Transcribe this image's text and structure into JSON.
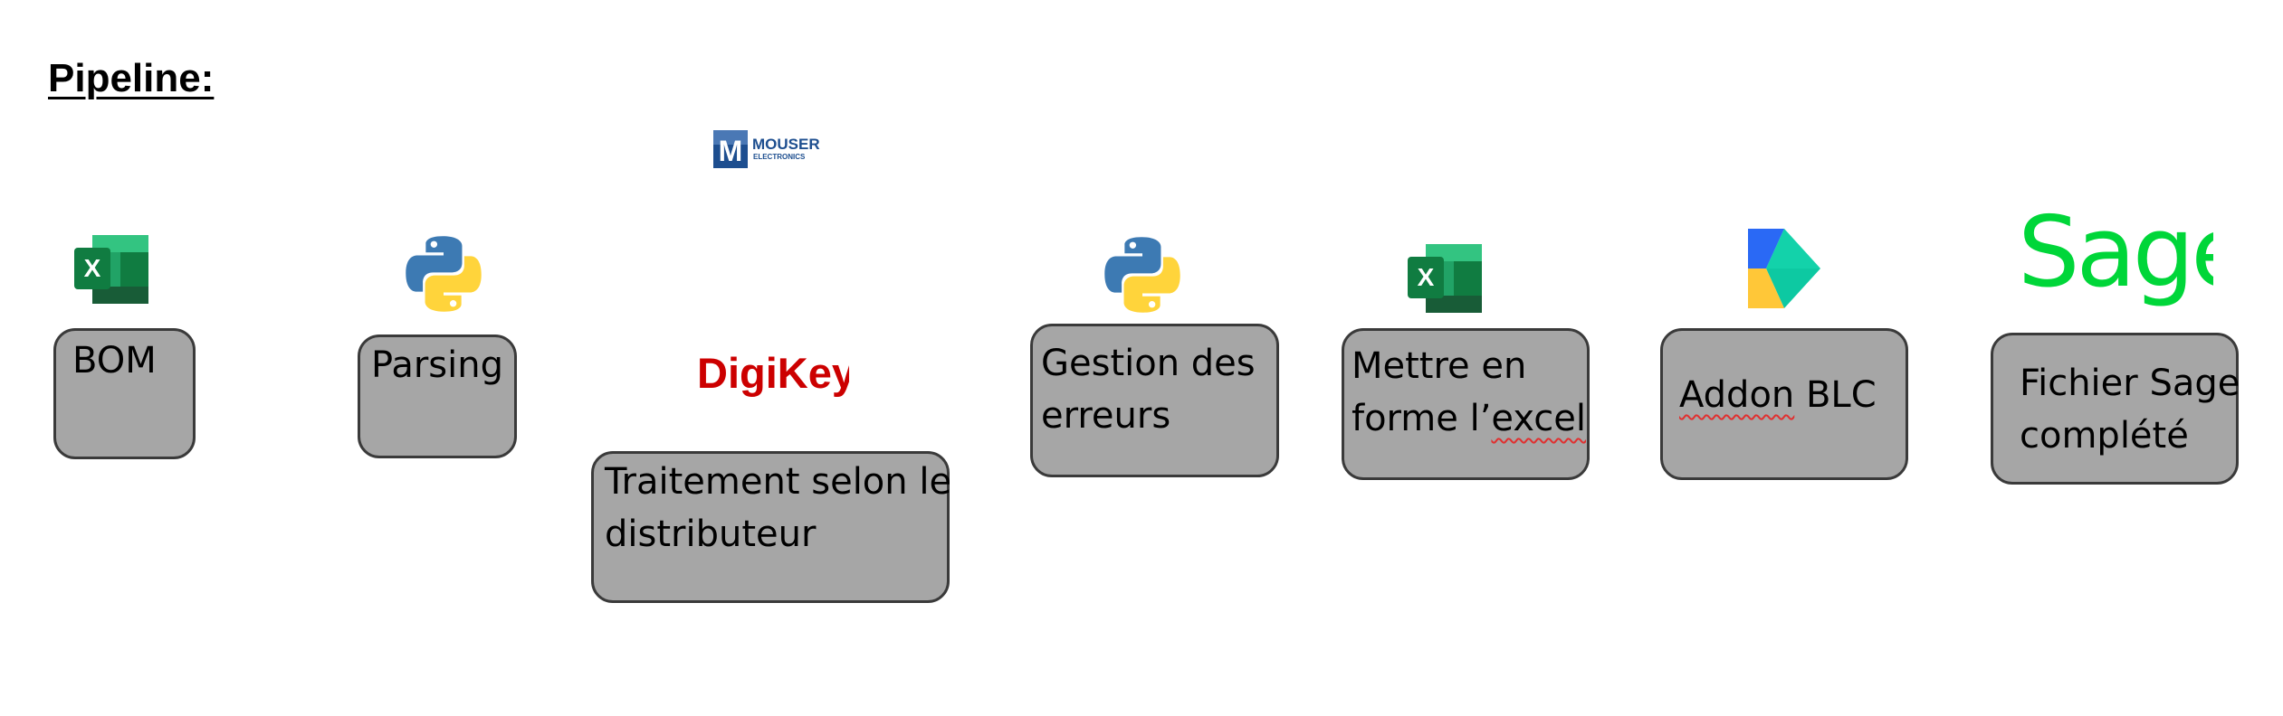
{
  "title": "Pipeline:",
  "steps": [
    {
      "id": "bom",
      "label": "BOM",
      "icon": "excel-icon"
    },
    {
      "id": "parsing",
      "label": "Parsing",
      "icon": "python-icon"
    },
    {
      "id": "distributor",
      "label_lines": [
        "Traitement selon le",
        "distributeur"
      ],
      "icons": [
        "mouser-electronics-logo",
        "digikey-logo"
      ]
    },
    {
      "id": "errors",
      "label_lines": [
        "Gestion des",
        "erreurs"
      ],
      "icon": "python-icon"
    },
    {
      "id": "format",
      "label_lines": [
        "Mettre en",
        "forme l’",
        "excel"
      ],
      "icon": "excel-icon"
    },
    {
      "id": "addon",
      "label_parts": [
        "Addon",
        " BLC"
      ],
      "icon": "power-automate-icon"
    },
    {
      "id": "sage",
      "label_lines": [
        "Fichier Sage",
        "complété"
      ],
      "icon": "sage-logo"
    }
  ],
  "logos": {
    "mouser_name": "MOUSER",
    "mouser_sub": "ELECTRONICS",
    "mouser_letter": "M",
    "digikey": "DigiKey",
    "sage": "Sage",
    "excel_letter": "X"
  },
  "colors": {
    "box_fill": "#a6a6a6",
    "box_border": "#3a3a3a",
    "excel_green": "#107c41",
    "python_blue": "#3d7ab3",
    "python_yellow": "#ffd43b",
    "digikey_red": "#cc0000",
    "sage_green": "#00d639",
    "mouser_blue": "#1d4e8f"
  }
}
